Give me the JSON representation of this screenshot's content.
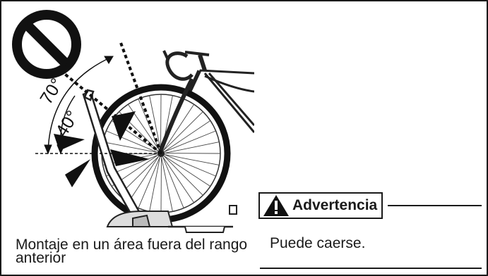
{
  "illustration": {
    "icon": "prohibition-icon",
    "angle_outer": "70°",
    "angle_inner": "40°"
  },
  "caption": "Montaje en un área fuera del rango anterior",
  "warning": {
    "icon": "warning-triangle-icon",
    "label": "Advertencia",
    "text": "Puede caerse."
  }
}
